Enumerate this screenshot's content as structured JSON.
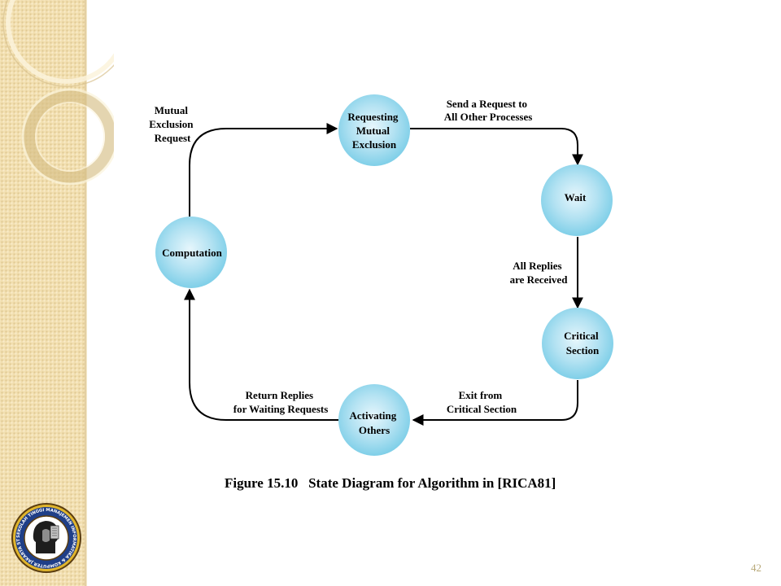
{
  "diagram": {
    "nodes": {
      "requesting": [
        "Requesting",
        "Mutual",
        "Exclusion"
      ],
      "wait": [
        "Wait"
      ],
      "critical": [
        "Critical",
        "Section"
      ],
      "activating": [
        "Activating",
        "Others"
      ],
      "computation": [
        "Computation"
      ]
    },
    "edges": {
      "send_request": [
        "Send a Request to",
        "All Other Processes"
      ],
      "all_replies": [
        "All Replies",
        "are Received"
      ],
      "exit_from": [
        "Exit from",
        "Critical Section"
      ],
      "return_replies": [
        "Return Replies",
        "for Waiting Requests"
      ],
      "mutual_request": [
        "Mutual",
        "Exclusion",
        "Request"
      ]
    },
    "caption": "Figure 15.10   State Diagram for Algorithm in [RICA81]"
  },
  "logo": {
    "text": "SEKOLAH TINGGI MANAJEMEN INFORMATIKA & KOMPUTER JAKARTA STI&K"
  },
  "page_number": "42",
  "colors": {
    "node_fill_center": "#e6f6fc",
    "node_fill_edge": "#7fcfe8",
    "sidebar": "#f2dfb0",
    "page_number": "#b8a878"
  }
}
